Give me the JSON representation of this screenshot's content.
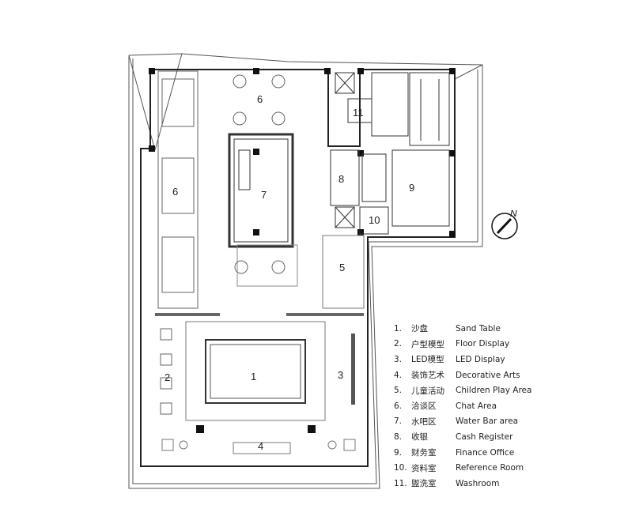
{
  "rooms": [
    {
      "number": "1"
    },
    {
      "number": "2"
    },
    {
      "number": "3"
    },
    {
      "number": "4"
    },
    {
      "number": "5"
    },
    {
      "number": "6"
    },
    {
      "number": "6"
    },
    {
      "number": "7"
    },
    {
      "number": "8"
    },
    {
      "number": "9"
    },
    {
      "number": "10"
    },
    {
      "number": "11"
    }
  ],
  "compass": {
    "label": "N",
    "icon": "north-arrow-icon"
  },
  "legend": [
    {
      "num": "1.",
      "cn": "沙盘",
      "en": "Sand Table"
    },
    {
      "num": "2.",
      "cn": "户型模型",
      "en": "Floor Display"
    },
    {
      "num": "3.",
      "cn": "LED模型",
      "en": "LED Display"
    },
    {
      "num": "4.",
      "cn": "装饰艺术",
      "en": "Decorative Arts"
    },
    {
      "num": "5.",
      "cn": "儿童活动",
      "en": "Children Play Area"
    },
    {
      "num": "6.",
      "cn": "洽谈区",
      "en": "Chat Area"
    },
    {
      "num": "7.",
      "cn": "水吧区",
      "en": "Water Bar area"
    },
    {
      "num": "8.",
      "cn": "收银",
      "en": "Cash Register"
    },
    {
      "num": "9.",
      "cn": "财务室",
      "en": "Finance Office"
    },
    {
      "num": "10.",
      "cn": "资料室",
      "en": "Reference Room"
    },
    {
      "num": "11.",
      "cn": "盥洗室",
      "en": "Washroom"
    }
  ]
}
